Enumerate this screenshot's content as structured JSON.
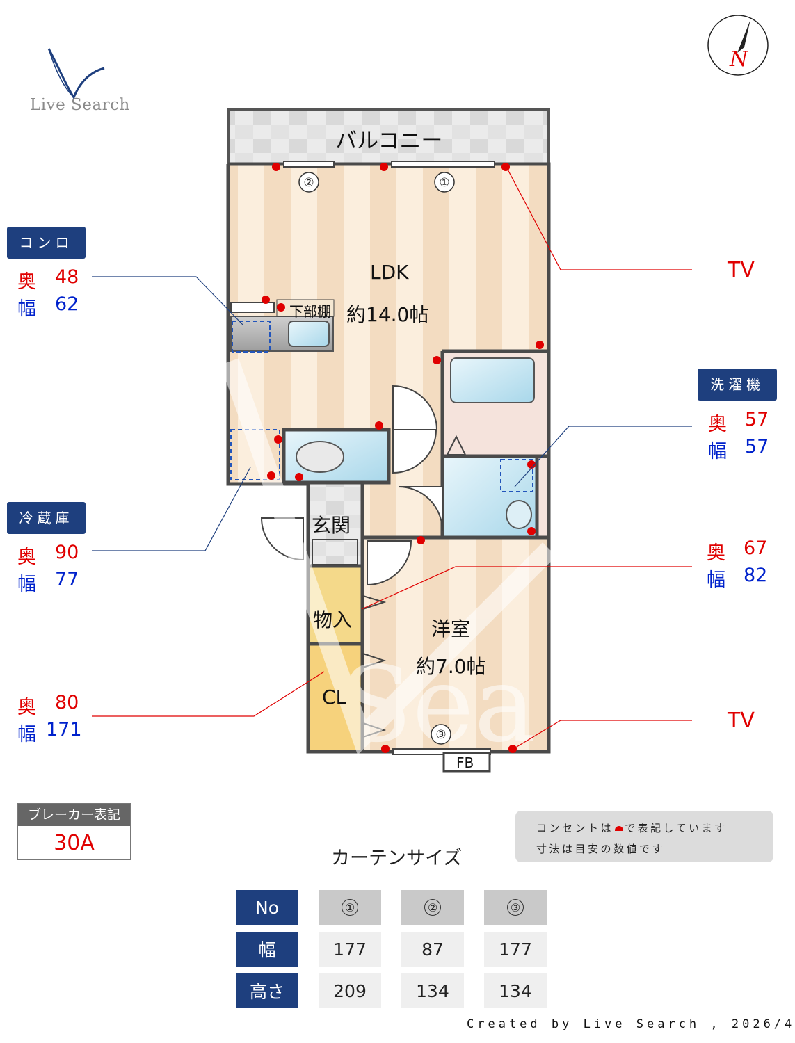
{
  "brand": {
    "name": "Live Search"
  },
  "compass": {
    "label": "N"
  },
  "rooms": {
    "balcony": "バルコニー",
    "ldk_name": "LDK",
    "ldk_size": "約14.0帖",
    "storage_under": "下部棚",
    "entrance": "玄関",
    "closet_storage": "物入",
    "closet": "CL",
    "western_name": "洋室",
    "western_size": "約7.0帖",
    "fb": "FB"
  },
  "window_markers": [
    "①",
    "②",
    "③"
  ],
  "appliances": {
    "stove": {
      "title": "コンロ",
      "depth_label": "奥",
      "depth": "48",
      "width_label": "幅",
      "width": "62"
    },
    "fridge": {
      "title": "冷蔵庫",
      "depth_label": "奥",
      "depth": "90",
      "width_label": "幅",
      "width": "77"
    },
    "washer": {
      "title": "洗濯機",
      "depth_label": "奥",
      "depth": "57",
      "width_label": "幅",
      "width": "57"
    },
    "door_right": {
      "depth_label": "奥",
      "depth": "67",
      "width_label": "幅",
      "width": "82"
    },
    "closet_left": {
      "depth_label": "奥",
      "depth": "80",
      "width_label": "幅",
      "width": "171"
    },
    "tv_top": "TV",
    "tv_bottom": "TV"
  },
  "breaker": {
    "title": "ブレーカー表記",
    "value": "30A"
  },
  "notes": {
    "line1_a": "コンセントは",
    "line1_b": "で表記しています",
    "line2": "寸法は目安の数値です"
  },
  "curtain_table": {
    "title": "カーテンサイズ",
    "header_label": "No",
    "width_label": "幅",
    "height_label": "高さ",
    "columns": [
      "①",
      "②",
      "③"
    ],
    "widths": [
      "177",
      "87",
      "177"
    ],
    "heights": [
      "209",
      "134",
      "134"
    ]
  },
  "footer": "Created by Live Search , 2026/4",
  "colors": {
    "accent": "#1e3f7e",
    "outlet": "#e00000",
    "dimension_blue": "#0022cc"
  }
}
